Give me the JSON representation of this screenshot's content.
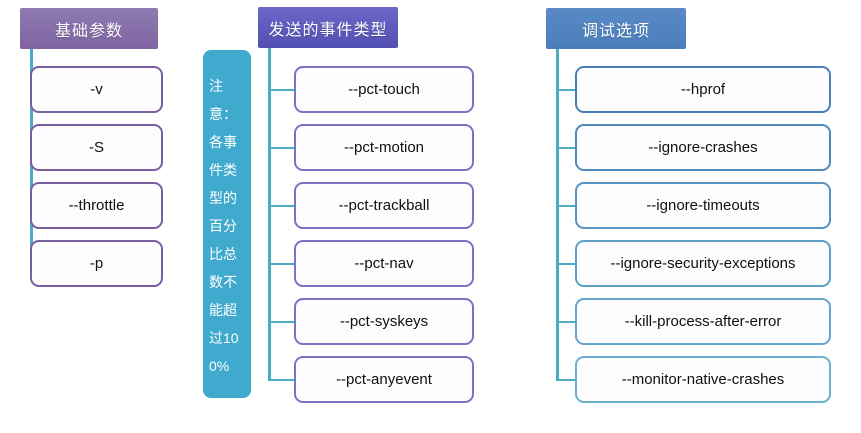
{
  "diagram": {
    "title": "Monkey command options mind map",
    "colors": {
      "header_basic": "#8064a2",
      "header_events": "#5350b4",
      "header_debug": "#4a7ebb",
      "connector": "#4bacc6",
      "note_bg": "#3fa9ce",
      "node_border_basic": "#7a5fa0",
      "node_border_events": "#7a73c3",
      "node_border_debug": "#4a7ebb",
      "node_fill": "#fdfdff"
    },
    "columns": [
      {
        "id": "basic",
        "header": "基础参数",
        "items": [
          "-v",
          "-S",
          "--throttle",
          "-p"
        ]
      },
      {
        "id": "events",
        "header": "发送的事件类型",
        "items": [
          "--pct-touch",
          "--pct-motion",
          "--pct-trackball",
          "--pct-nav",
          "--pct-syskeys",
          "--pct-anyevent"
        ]
      },
      {
        "id": "debug",
        "header": "调试选项",
        "items": [
          "--hprof",
          "--ignore-crashes",
          "--ignore-timeouts",
          "--ignore-security-exceptions",
          "--kill-process-after-error",
          "--monitor-native-crashes"
        ]
      }
    ],
    "note": {
      "text": "注意：各事件类型的百分比总数不能超过100%"
    }
  }
}
